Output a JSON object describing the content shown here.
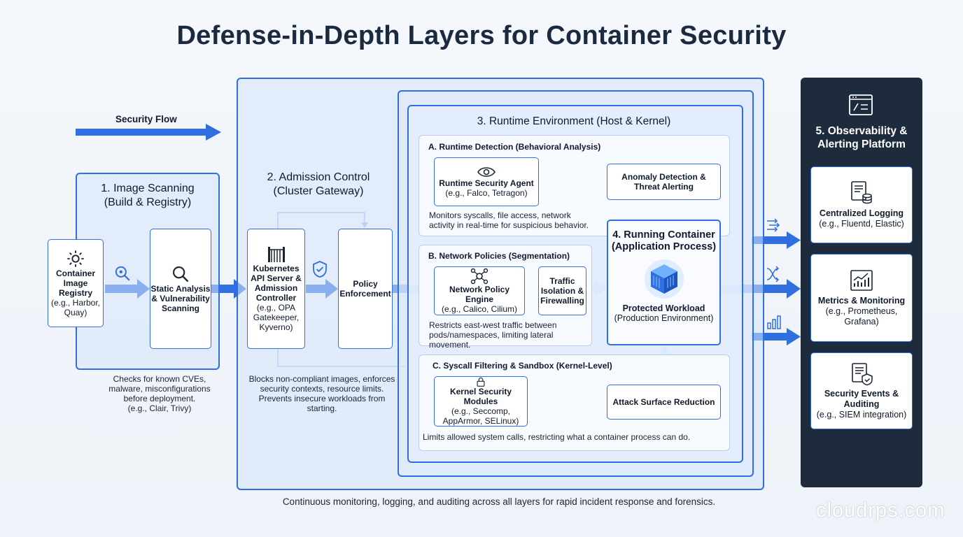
{
  "title": "Defense-in-Depth Layers for Container Security",
  "flow_label": "Security Flow",
  "image_scanning": {
    "heading_l1": "1. Image Scanning",
    "heading_l2": "(Build & Registry)",
    "registry": [
      "Container",
      "Image",
      "Registry"
    ],
    "registry_examples": [
      "(e.g., Harbor,",
      "Quay)"
    ],
    "scanner": [
      "Static Analysis",
      "& Vulnerability",
      "Scanning"
    ],
    "note": [
      "Checks for known CVEs,",
      "malware, misconfigurations",
      "before deployment.",
      "(e.g., Clair, Trivy)"
    ]
  },
  "admission": {
    "heading_l1": "2. Admission Control",
    "heading_l2": "(Cluster Gateway)",
    "api_server": [
      "Kubernetes",
      "API Server &",
      "Admission",
      "Controller"
    ],
    "api_examples": [
      "(e.g., OPA",
      "Gatekeeper,",
      "Kyverno)"
    ],
    "policy": [
      "Policy",
      "Enforcement"
    ],
    "note": [
      "Blocks non-compliant images, enforces",
      "security contexts, resource limits.",
      "Prevents insecure workloads from",
      "starting."
    ]
  },
  "runtime": {
    "heading": "3. Runtime Environment (Host & Kernel)",
    "detection": {
      "heading": "A. Runtime Detection (Behavioral Analysis)",
      "agent": "Runtime Security Agent",
      "agent_examples": "(e.g., Falco, Tetragon)",
      "anomaly": [
        "Anomaly Detection &",
        "Threat Alerting"
      ],
      "note": [
        "Monitors syscalls, file access, network",
        "activity in real-time for suspicious behavior."
      ]
    },
    "network": {
      "heading": "B. Network Policies (Segmentation)",
      "engine": "Network Policy Engine",
      "engine_examples": "(e.g., Calico, Cilium)",
      "isolation": [
        "Traffic",
        "Isolation &",
        "Firewalling"
      ],
      "note": [
        "Restricts east-west traffic between",
        "pods/namespaces, limiting lateral movement."
      ]
    },
    "syscall": {
      "heading": "C. Syscall Filtering & Sandbox (Kernel-Level)",
      "modules": "Kernel Security Modules",
      "modules_examples": [
        "(e.g., Seccomp,",
        "AppArmor, SELinux)"
      ],
      "reduction": "Attack Surface Reduction",
      "note": "Limits allowed system calls, restricting what a container process can do."
    },
    "container": {
      "heading_l1": "4. Running Container",
      "heading_l2": "(Application Process)",
      "workload": "Protected Workload",
      "workload_sub": "(Production Environment)"
    }
  },
  "observability": {
    "heading_l1": "5. Observability &",
    "heading_l2": "Alerting Platform",
    "logging": "Centralized Logging",
    "logging_examples": "(e.g., Fluentd, Elastic)",
    "metrics": "Metrics & Monitoring",
    "metrics_examples": [
      "(e.g., Prometheus,",
      "Grafana)"
    ],
    "security": [
      "Security Events &",
      "Auditing"
    ],
    "security_examples": "(e.g., SIEM integration)"
  },
  "footer": "Continuous monitoring, logging, and auditing across all layers for rapid incident response and forensics.",
  "watermark": "cloudrps.com",
  "colors": {
    "accent": "#2f6fe0",
    "dark_panel": "#1e2b3c",
    "title": "#1c2a3f"
  }
}
